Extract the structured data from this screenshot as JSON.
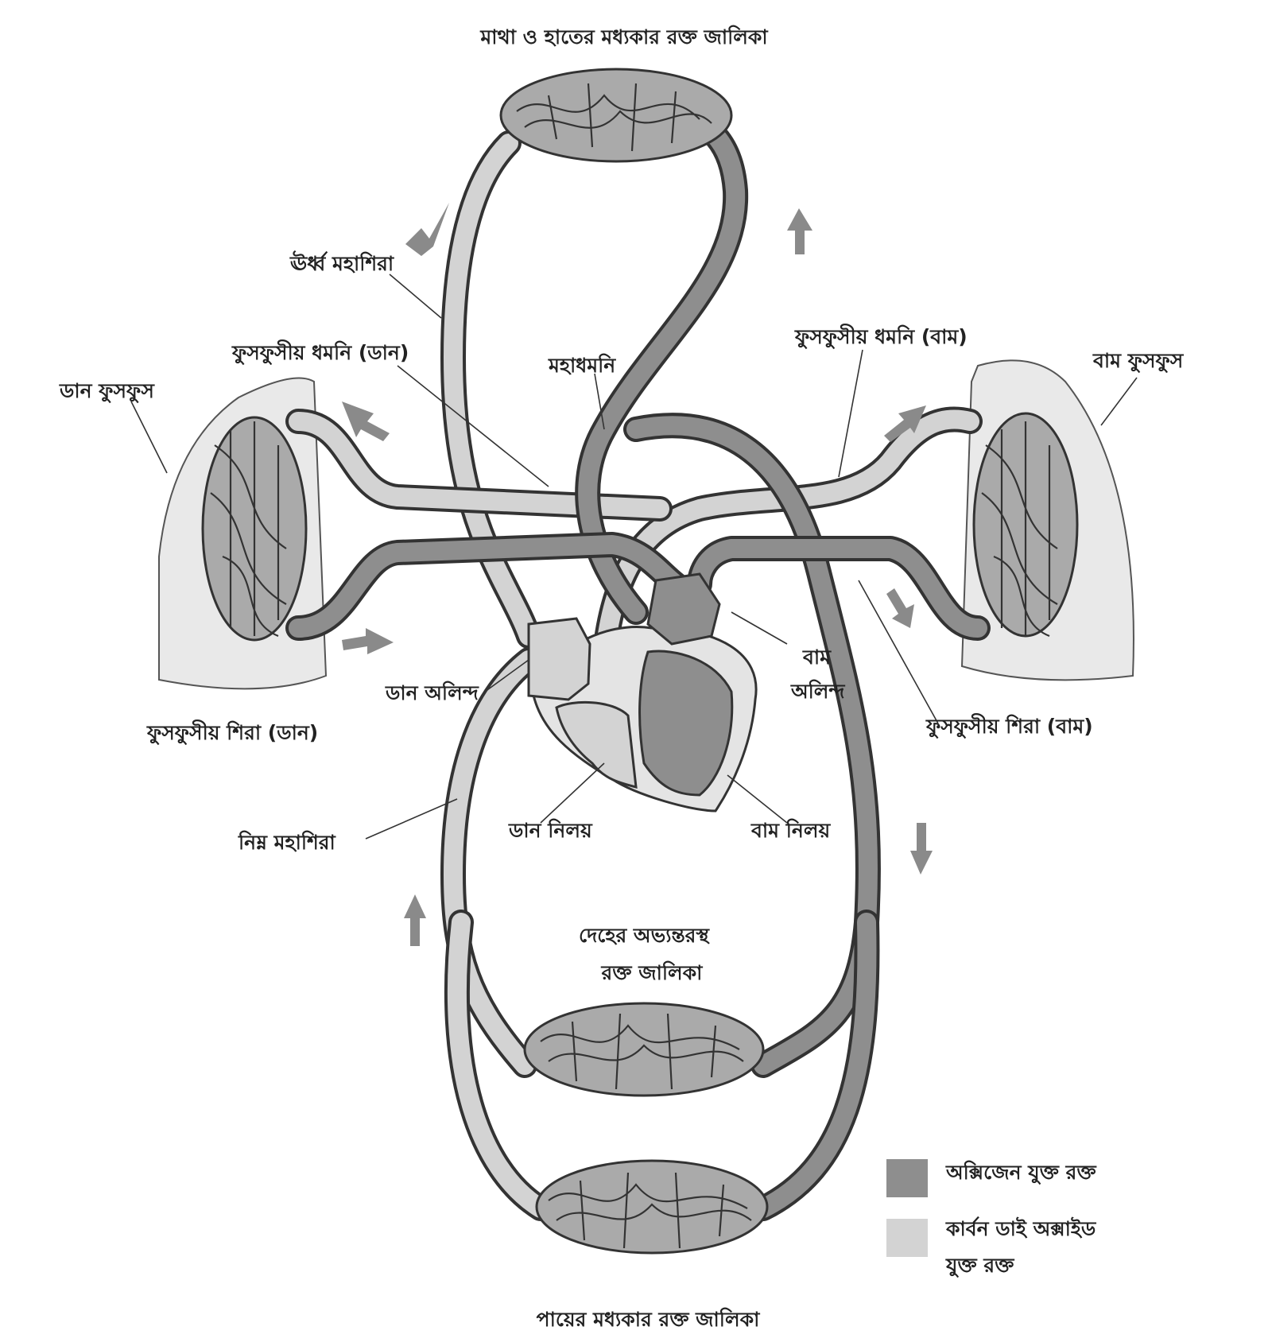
{
  "labels": {
    "head_capillaries": "মাথা ও হাতের মধ্যকার রক্ত জালিকা",
    "superior_vena_cava": "ঊর্ধ্ব মহাশিরা",
    "pulmonary_artery_right": "ফুসফুসীয় ধমনি (ডান)",
    "aorta": "মহাধমনি",
    "pulmonary_artery_left": "ফুসফুসীয় ধমনি (বাম)",
    "right_lung": "ডান ফুসফুস",
    "left_lung": "বাম ফুসফুস",
    "right_atrium": "ডান অলিন্দ",
    "left_atrium_line1": "বাম",
    "left_atrium_line2": "অলিন্দ",
    "pulmonary_vein_right": "ফুসফুসীয় শিরা (ডান)",
    "pulmonary_vein_left": "ফুসফুসীয় শিরা (বাম)",
    "inferior_vena_cava": "নিম্ন মহাশিরা",
    "right_ventricle": "ডান নিলয়",
    "left_ventricle": "বাম নিলয়",
    "internal_capillaries_line1": "দেহের অভ্যন্তরস্থ",
    "internal_capillaries_line2": "রক্ত জালিকা",
    "leg_capillaries": "পায়ের মধ্যকার রক্ত জালিকা"
  },
  "legend": {
    "oxygenated": "অক্সিজেন যুক্ত রক্ত",
    "deoxygenated_line1": "কার্বন ডাই অক্সাইড",
    "deoxygenated_line2": "যুক্ত রক্ত"
  },
  "colors": {
    "oxygenated": "#8e8e8e",
    "deoxygenated": "#d3d3d3",
    "lung": "#e9e9e9",
    "outline": "#3a3a3a",
    "arrow": "#8a8a8a"
  }
}
